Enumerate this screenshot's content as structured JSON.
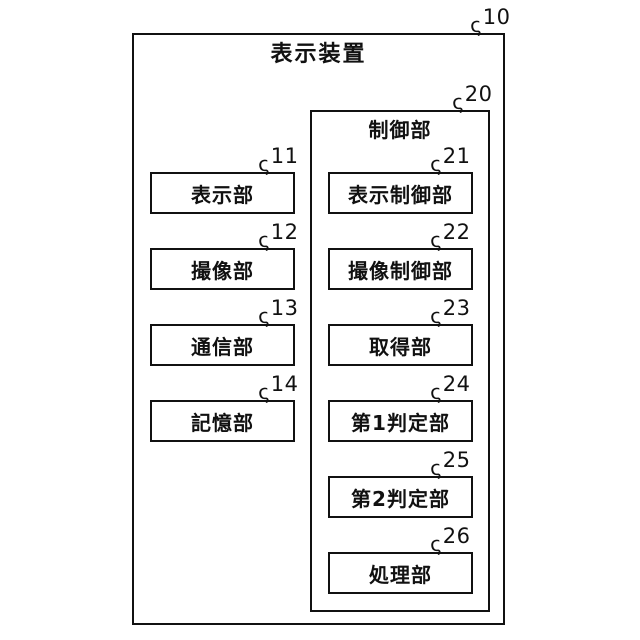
{
  "figure": {
    "outer": {
      "title": "表示装置",
      "ref": "10"
    },
    "control": {
      "title": "制御部",
      "ref": "20"
    },
    "left_blocks": [
      {
        "label": "表示部",
        "ref": "11"
      },
      {
        "label": "撮像部",
        "ref": "12"
      },
      {
        "label": "通信部",
        "ref": "13"
      },
      {
        "label": "記憶部",
        "ref": "14"
      }
    ],
    "right_blocks": [
      {
        "label": "表示制御部",
        "ref": "21"
      },
      {
        "label": "撮像制御部",
        "ref": "22"
      },
      {
        "label": "取得部",
        "ref": "23"
      },
      {
        "label": "第1判定部",
        "ref": "24"
      },
      {
        "label": "第2判定部",
        "ref": "25"
      },
      {
        "label": "処理部",
        "ref": "26"
      }
    ],
    "squiggle_glyph": "ς",
    "colors": {
      "line": "#111111",
      "background": "#ffffff"
    }
  }
}
